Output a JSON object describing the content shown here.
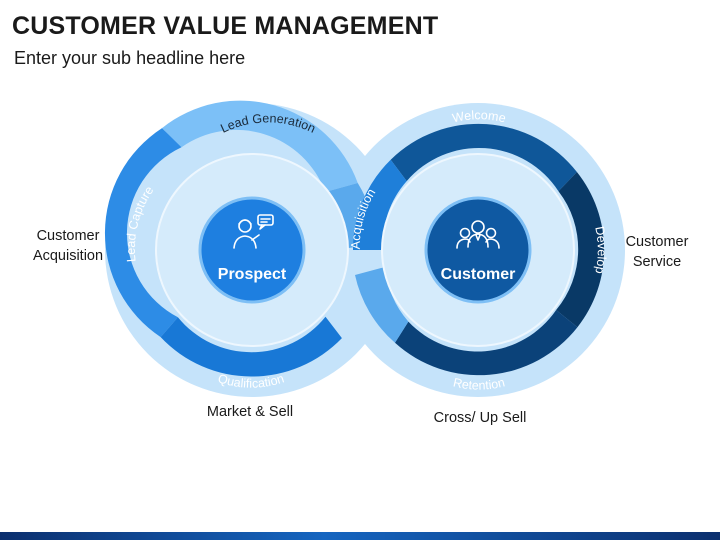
{
  "title": "CUSTOMER VALUE MANAGEMENT",
  "subtitle": "Enter your sub headline here",
  "left_cycle": {
    "center_label": "Prospect",
    "side_label": "Customer Acquisition",
    "bottom_label": "Market & Sell",
    "segments": {
      "top": "Lead Generation",
      "left": "Lead Capture",
      "bottom": "Qualification"
    }
  },
  "right_cycle": {
    "center_label": "Customer",
    "side_label": "Customer Service",
    "bottom_label": "Cross/ Up Sell",
    "segments": {
      "top": "Welcome",
      "right": "Develop",
      "bottom": "Retention",
      "left": "Acquisition"
    }
  },
  "colors": {
    "halo": "#c5e3fa",
    "light_blue": "#68b5f4",
    "mid_blue": "#1f7fd9",
    "dark_blue": "#0d4f92",
    "navy": "#093966",
    "inner_disc": "#d5ebfb",
    "center_blue": "#1e7fe0",
    "footer": "#0b2f6e"
  },
  "icons": [
    "presenter-icon",
    "customer-group-icon"
  ]
}
